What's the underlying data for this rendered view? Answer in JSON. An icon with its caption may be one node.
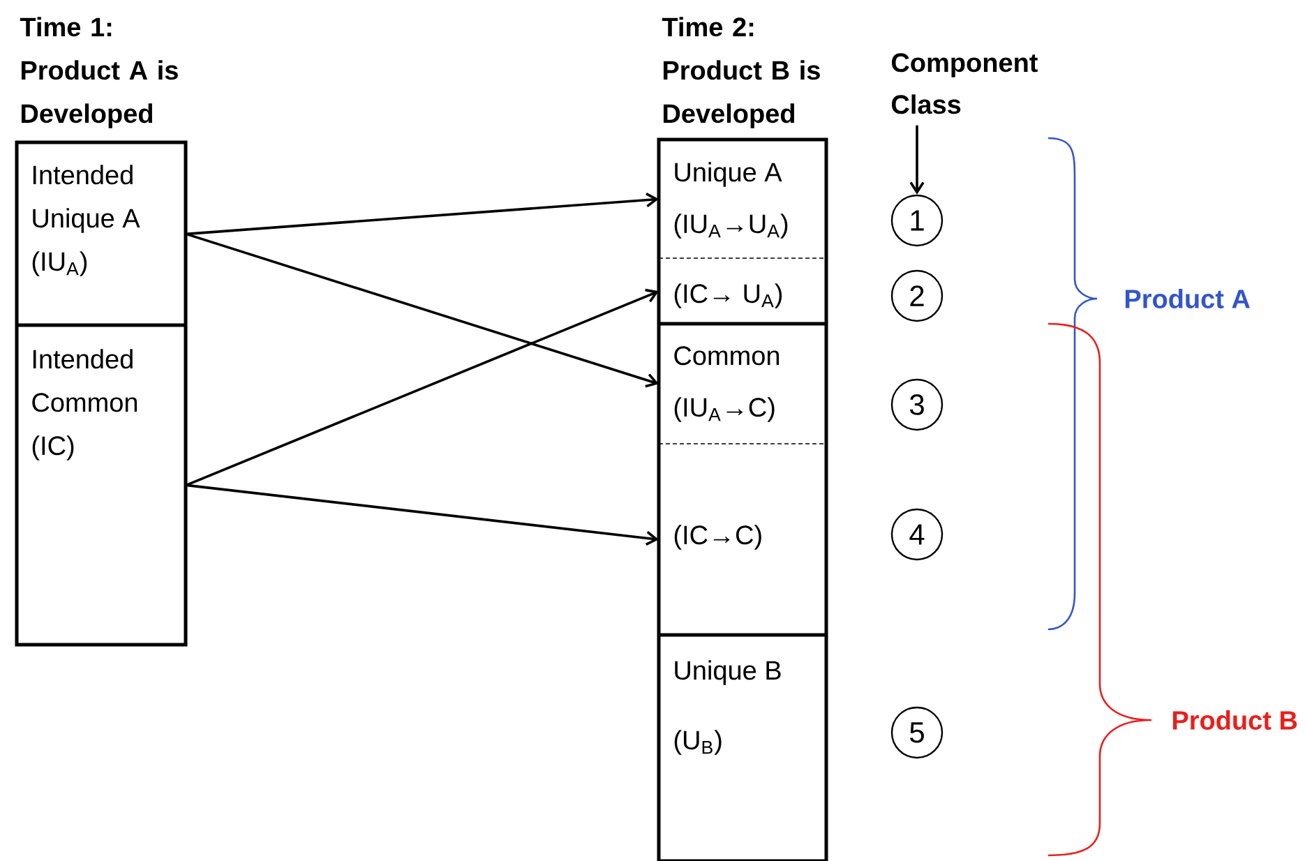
{
  "diagram": {
    "nodes": [
      {
        "text": [
          "Time 1: Product A is Developed"
        ]
      },
      {
        "text": [
          "Intended Unique A (IU$_{A}$)"
        ],
        "in": 0
      },
      {
        "text": [
          "Intended Common (IC)"
        ],
        "in": 0
      },
      {
        "text": [
          "Time 2: Product B is Developed"
        ]
      },
      {
        "text": [
          "Unique A",
          "(IU$_{A}$→U$_{A}$)"
        ],
        "in": 3
      },
      {
        "text": [
          "(IC→ U$_{A}$)"
        ],
        "in": 3
      },
      {
        "text": [
          "Common",
          "(IU$_{A}$→C)"
        ],
        "in": 3
      },
      {
        "text": [
          "(IC→C)"
        ],
        "in": 3
      },
      {
        "text": [
          "Unique B",
          "(U$_{B}$)"
        ],
        "in": 3
      },
      {
        "text": [
          "Component Class"
        ]
      },
      {
        "text": [
          "1"
        ]
      },
      {
        "text": [
          "2"
        ]
      },
      {
        "text": [
          "3"
        ]
      },
      {
        "text": [
          "4"
        ]
      },
      {
        "text": [
          "5"
        ]
      }
    ],
    "edges": [
      {
        "from": 1,
        "to": 4,
        "arrow": "to"
      },
      {
        "from": 1,
        "to": 6,
        "arrow": "to"
      },
      {
        "from": 2,
        "to": 5,
        "arrow": "to"
      },
      {
        "from": 2,
        "to": 7,
        "arrow": "to"
      },
      {
        "from": 9,
        "to": 10,
        "arrow": "to"
      }
    ],
    "labels": [
      "Product A",
      "Product B"
    ]
  }
}
